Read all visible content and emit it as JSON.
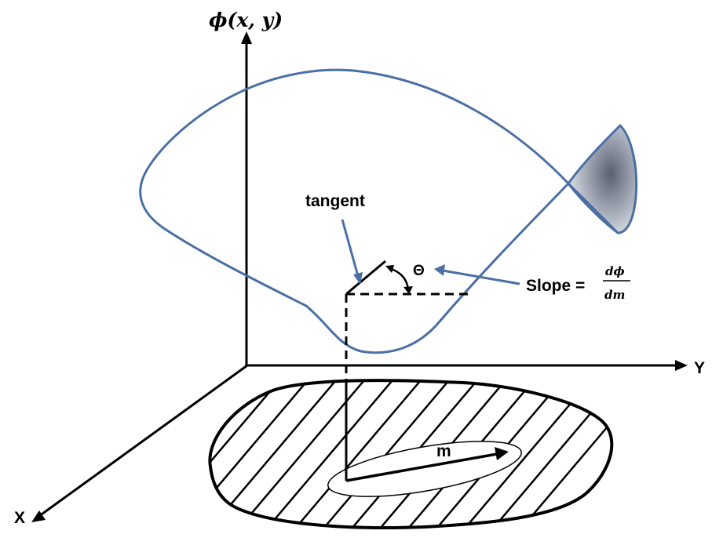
{
  "axes": {
    "vertical_label": "ϕ(x, y)",
    "y_label": "Y",
    "x_label": "X"
  },
  "annotations": {
    "tangent": "tangent",
    "angle": "Θ",
    "slope_prefix": "Slope =",
    "slope_numerator": "dϕ",
    "slope_denominator": "dm",
    "direction": "m"
  },
  "colors": {
    "surface_outline": "#4a6fa5",
    "arrow": "#4a6fa5",
    "shade": "#5a6070",
    "ink": "#000000"
  }
}
